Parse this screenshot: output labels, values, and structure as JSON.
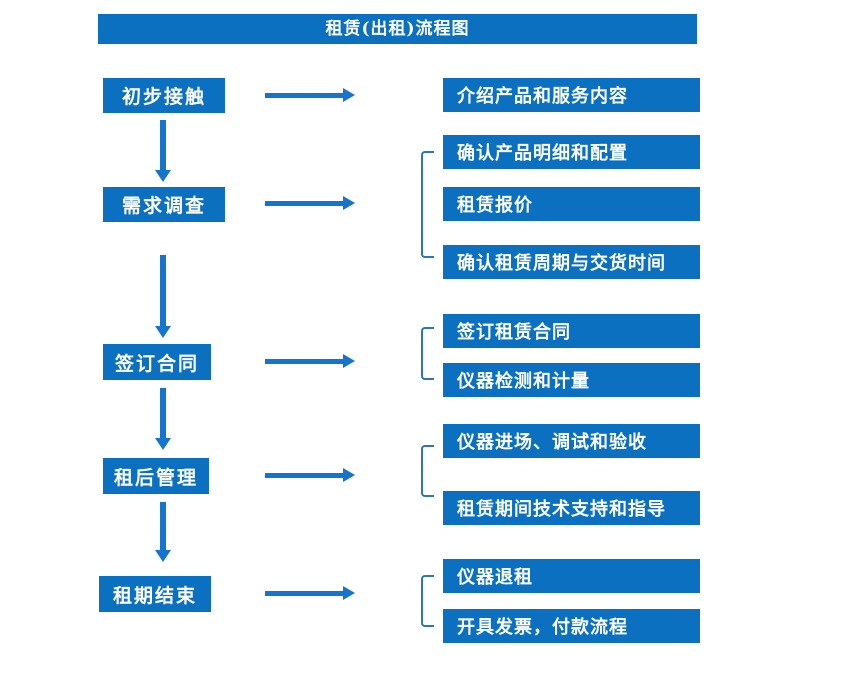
{
  "title": "租赁(出租)流程图",
  "colors": {
    "box_blue": "#0b70c0",
    "arrow_blue": "#1574cc",
    "bracket_blue": "#2e75b6",
    "text_white": "#ffffff"
  },
  "steps": [
    {
      "label": "初步接触"
    },
    {
      "label": "需求调查"
    },
    {
      "label": "签订合同"
    },
    {
      "label": "租后管理"
    },
    {
      "label": "租期结束"
    }
  ],
  "details": [
    {
      "label": "介绍产品和服务内容"
    },
    {
      "label": "确认产品明细和配置"
    },
    {
      "label": "租赁报价"
    },
    {
      "label": "确认租赁周期与交货时间"
    },
    {
      "label": "签订租赁合同"
    },
    {
      "label": "仪器检测和计量"
    },
    {
      "label": "仪器进场、调试和验收"
    },
    {
      "label": "租赁期间技术支持和指导"
    },
    {
      "label": "仪器退租"
    },
    {
      "label": "开具发票，付款流程"
    }
  ]
}
